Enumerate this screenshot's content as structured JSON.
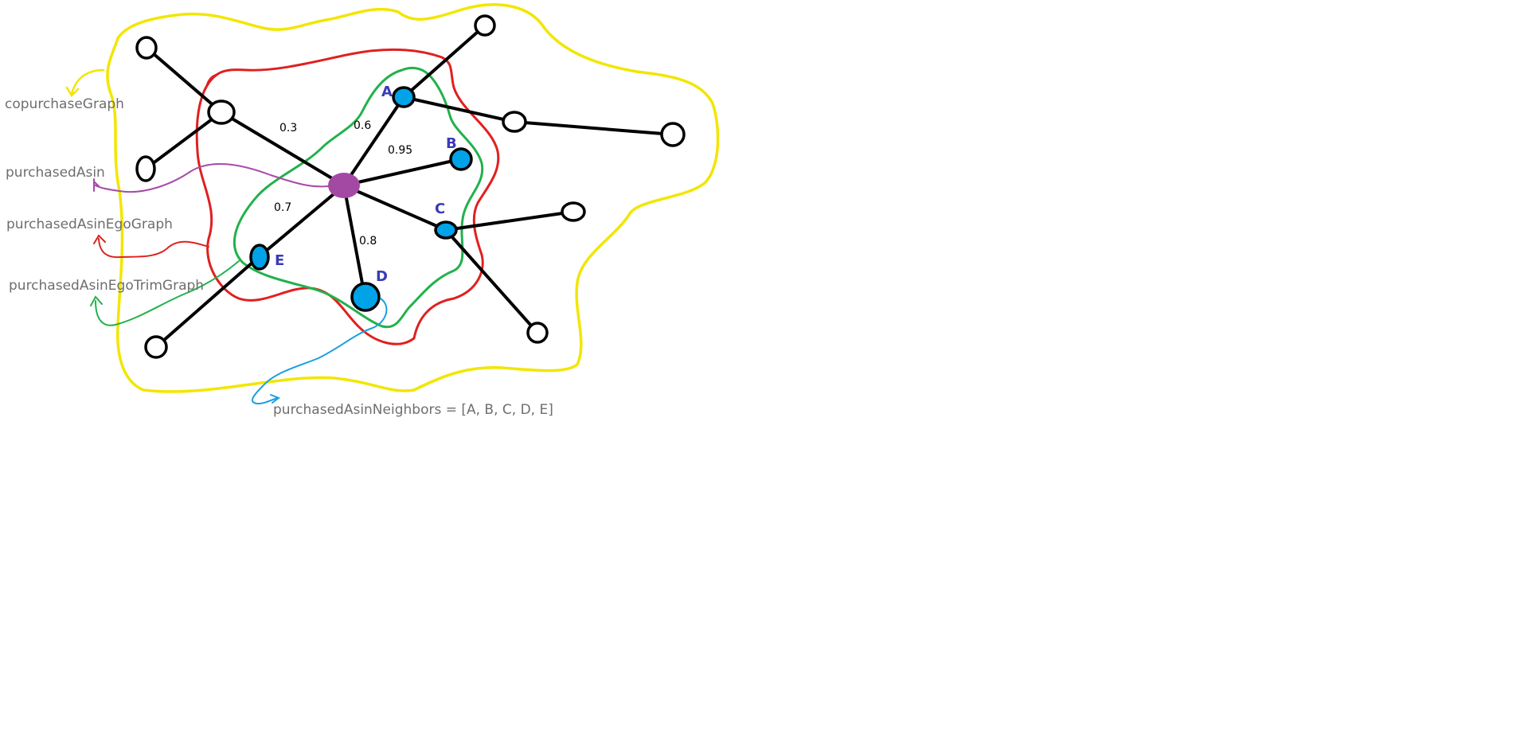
{
  "labels": {
    "copurchase_graph": "copurchaseGraph",
    "purchased_asin": "purchasedAsin",
    "ego_graph": "purchasedAsinEgoGraph",
    "ego_trim_graph": "purchasedAsinEgoTrimGraph",
    "neighbors": "purchasedAsinNeighbors = [A, B, C, D, E]"
  },
  "nodes": {
    "a": "A",
    "b": "B",
    "c": "C",
    "d": "D",
    "e": "E"
  },
  "edge_weights": {
    "w_top_left": "0.3",
    "w_a": "0.6",
    "w_b": "0.95",
    "w_e": "0.7",
    "w_d": "0.8"
  },
  "colors": {
    "copurchase_graph": "#f2e600",
    "purchased_asin": "#a64ca6",
    "ego_graph": "#e02020",
    "ego_trim_graph": "#22b14c",
    "neighbors": "#1a9fdf",
    "neighbor_fill": "#00a2e8",
    "purchased_fill": "#a349a4"
  }
}
